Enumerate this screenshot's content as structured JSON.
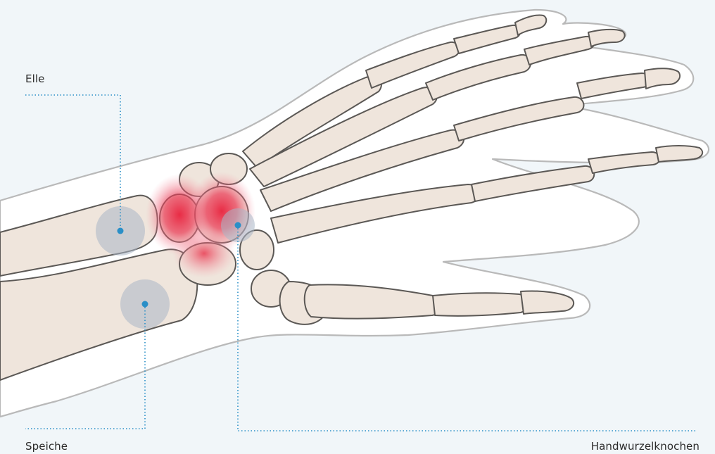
{
  "labels": {
    "ulna": "Elle",
    "radius": "Speiche",
    "carpals": "Handwurzelknochen"
  },
  "colors": {
    "background": "#f1f6f9",
    "bone_fill": "#efe5dc",
    "bone_outline": "#5b5855",
    "skin_outline": "#b9b9b9",
    "pain_highlight": "#e8223d",
    "marker_halo": "#a9b7c6",
    "leader_line": "#2a8fc7"
  }
}
